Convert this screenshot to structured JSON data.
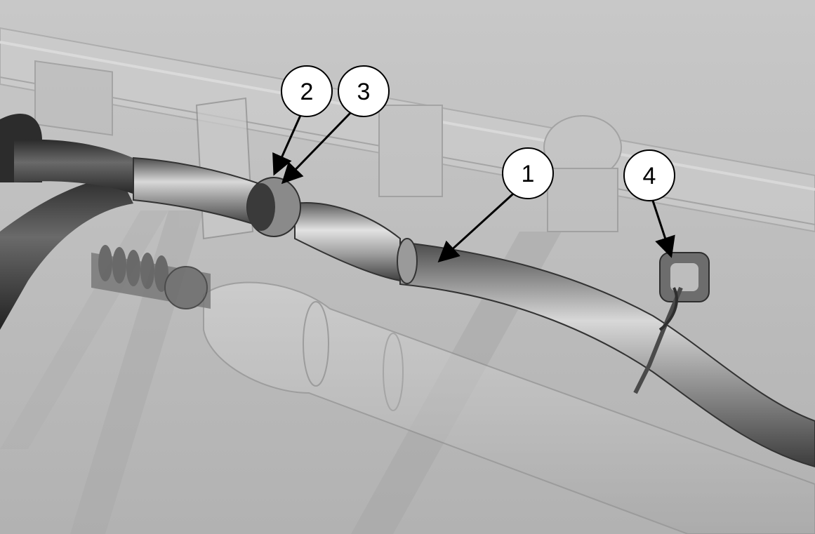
{
  "figure": {
    "description_colors": {
      "background": "#bdbdbd",
      "pipe_dark": "#3a3a3a",
      "pipe_mid": "#8a8a8a",
      "pipe_light": "#e6e6e6",
      "callout_fill": "#ffffff",
      "callout_stroke": "#000000"
    },
    "callouts": [
      {
        "id": "c1",
        "label": "1"
      },
      {
        "id": "c2",
        "label": "2"
      },
      {
        "id": "c3",
        "label": "3"
      },
      {
        "id": "c4",
        "label": "4"
      }
    ]
  }
}
